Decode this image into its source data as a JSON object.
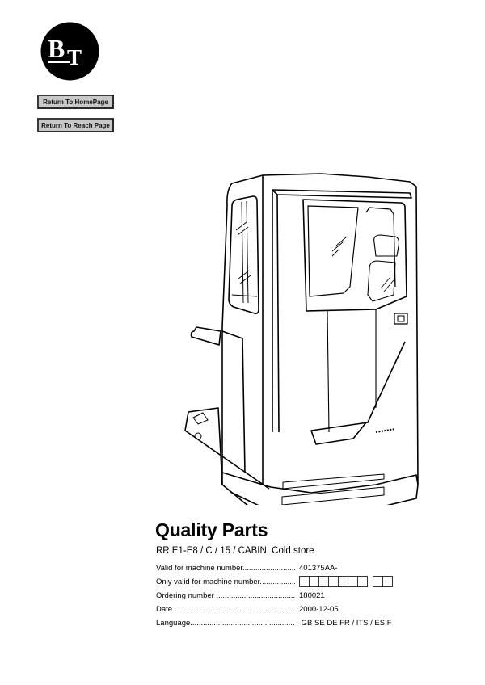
{
  "logo": {
    "text": "BT",
    "icon": "bt-logo-icon"
  },
  "nav": {
    "home_label": "Return To HomePage",
    "reach_label": "Return To Reach Page"
  },
  "illustration": {
    "subject": "reach truck with cabin (line drawing)",
    "icon": "truck-cabin-illustration"
  },
  "document": {
    "title": "Quality Parts",
    "subtitle": "RR E1-E8 / C / 15 / CABIN, Cold store",
    "rows": [
      {
        "label": "Valid for machine number.......................................",
        "value": "401375AA-"
      },
      {
        "label": "Only valid for machine number.......................................",
        "value": "",
        "boxes_before_dash": 7,
        "boxes_after_dash": 2
      },
      {
        "label": "Ordering number ......................................................",
        "value": "180021"
      },
      {
        "label": "Date ...........................................................................",
        "value": "2000-12-05"
      },
      {
        "label": "Language.....................................................................",
        "value": " GB SE DE FR / ITS / ESIF"
      }
    ]
  }
}
